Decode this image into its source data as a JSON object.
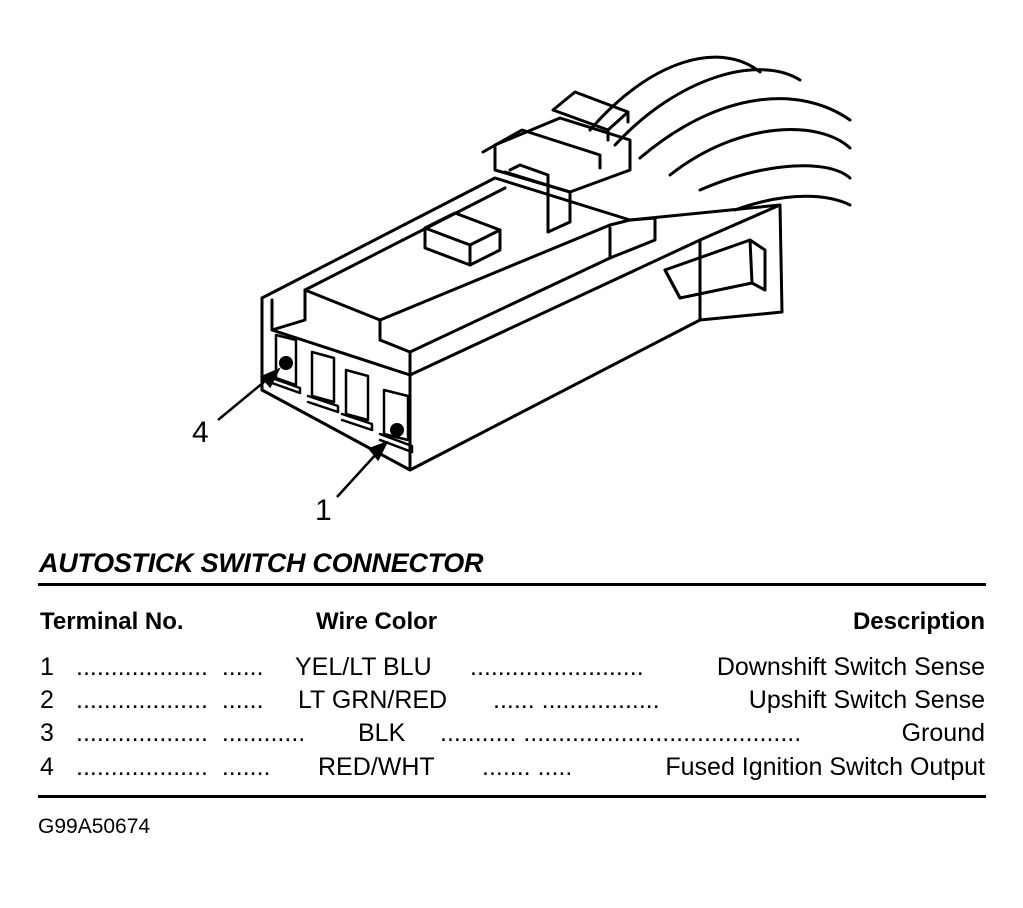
{
  "callouts": {
    "terminal_4": "4",
    "terminal_1": "1"
  },
  "title": "AUTOSTICK SWITCH CONNECTOR",
  "table": {
    "headers": {
      "terminal": "Terminal No.",
      "wire_color": "Wire Color",
      "description": "Description"
    },
    "rows": [
      {
        "terminal": "1",
        "dots_before": "...................  ......",
        "wire_color": "YEL/LT BLU",
        "dots_after": "......................... ",
        "description": "Downshift Switch Sense"
      },
      {
        "terminal": "2",
        "dots_before": "...................  ......",
        "wire_color": "LT GRN/RED",
        "dots_after": "...... .................",
        "description": "Upshift Switch Sense"
      },
      {
        "terminal": "3",
        "dots_before": "...................  ............",
        "wire_color": "BLK",
        "dots_after": "........... ........................................",
        "description": "Ground"
      },
      {
        "terminal": "4",
        "dots_before": "...................  .......",
        "wire_color": "RED/WHT",
        "dots_after": "....... .....",
        "description": "Fused Ignition Switch Output"
      }
    ]
  },
  "figure_code": "G99A50674"
}
